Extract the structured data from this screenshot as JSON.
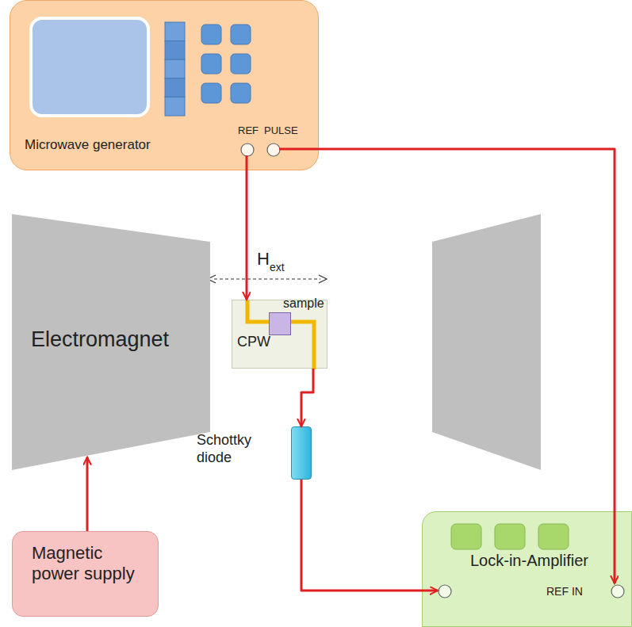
{
  "diagram": {
    "nodes": [
      {
        "text": [
          "Microwave generator"
        ]
      },
      {
        "text": [
          "Electromagnet"
        ]
      },
      {
        "text": [
          "CPW"
        ]
      },
      {
        "text": [
          "sample"
        ],
        "in": 2
      },
      {
        "text": [
          "Schottky diode"
        ]
      },
      {
        "text": [
          "Magnetic power supply"
        ]
      },
      {
        "text": [
          "Lock-in-Amplifier"
        ]
      }
    ],
    "edges": [
      {
        "from": 0,
        "to": 2,
        "arrow": "to"
      },
      {
        "from": 2,
        "to": 4,
        "arrow": "to"
      },
      {
        "from": 4,
        "to": 6,
        "arrow": "to"
      },
      {
        "from": 0,
        "to": 6,
        "arrow": "to"
      },
      {
        "from": 5,
        "to": 1,
        "arrow": "to"
      }
    ],
    "labels": [
      "REF",
      "PULSE",
      "H",
      "ext",
      "REF IN"
    ]
  }
}
